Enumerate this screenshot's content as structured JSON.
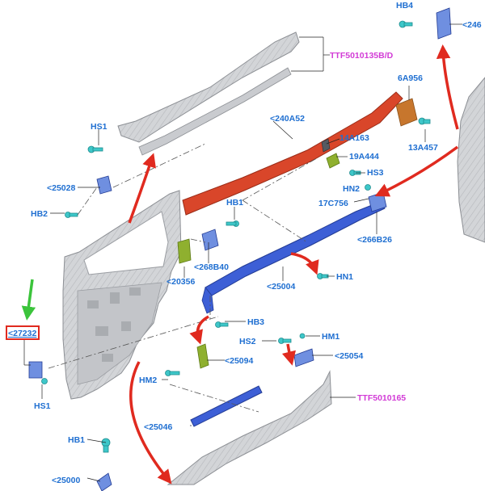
{
  "labels": {
    "ttf1": "TTF5010135B/D",
    "ttf2": "TTF5010165",
    "p246": "<246",
    "hb4": "HB4",
    "p6a956": "6A956",
    "p13a457": "13A457",
    "p240a52": "<240A52",
    "p14a163": "14A163",
    "p19a444": "19A444",
    "hs3": "HS3",
    "hn2": "HN2",
    "p17c756": "17C756",
    "p266b26": "<266B26",
    "hs1_top": "HS1",
    "p25028": "<25028",
    "hb2": "HB2",
    "hb1_mid": "HB1",
    "p268b40": "<268B40",
    "p20356": "<20356",
    "p25004": "<25004",
    "hn1": "HN1",
    "p27232": "<27232",
    "hs1_bot": "HS1",
    "hb3": "HB3",
    "hs2": "HS2",
    "hm1": "HM1",
    "p25054": "<25054",
    "p25094": "<25094",
    "hm2": "HM2",
    "p25046": "<25046",
    "hb1_bot": "HB1",
    "p25000": "<25000"
  },
  "colors": {
    "label_blue": "#1f6fd1",
    "label_magenta": "#d23bd6",
    "part_red": "#d9462a",
    "part_blue": "#3d5fd6",
    "part_orange": "#c7762d",
    "part_green": "#8fb02f",
    "fastener_cyan": "#3ec7c9",
    "panel_gray": "#c9cbcf",
    "arrow_red": "#e02a1f",
    "arrow_green": "#3bc43b",
    "highlight_box": "#e02a1f"
  }
}
